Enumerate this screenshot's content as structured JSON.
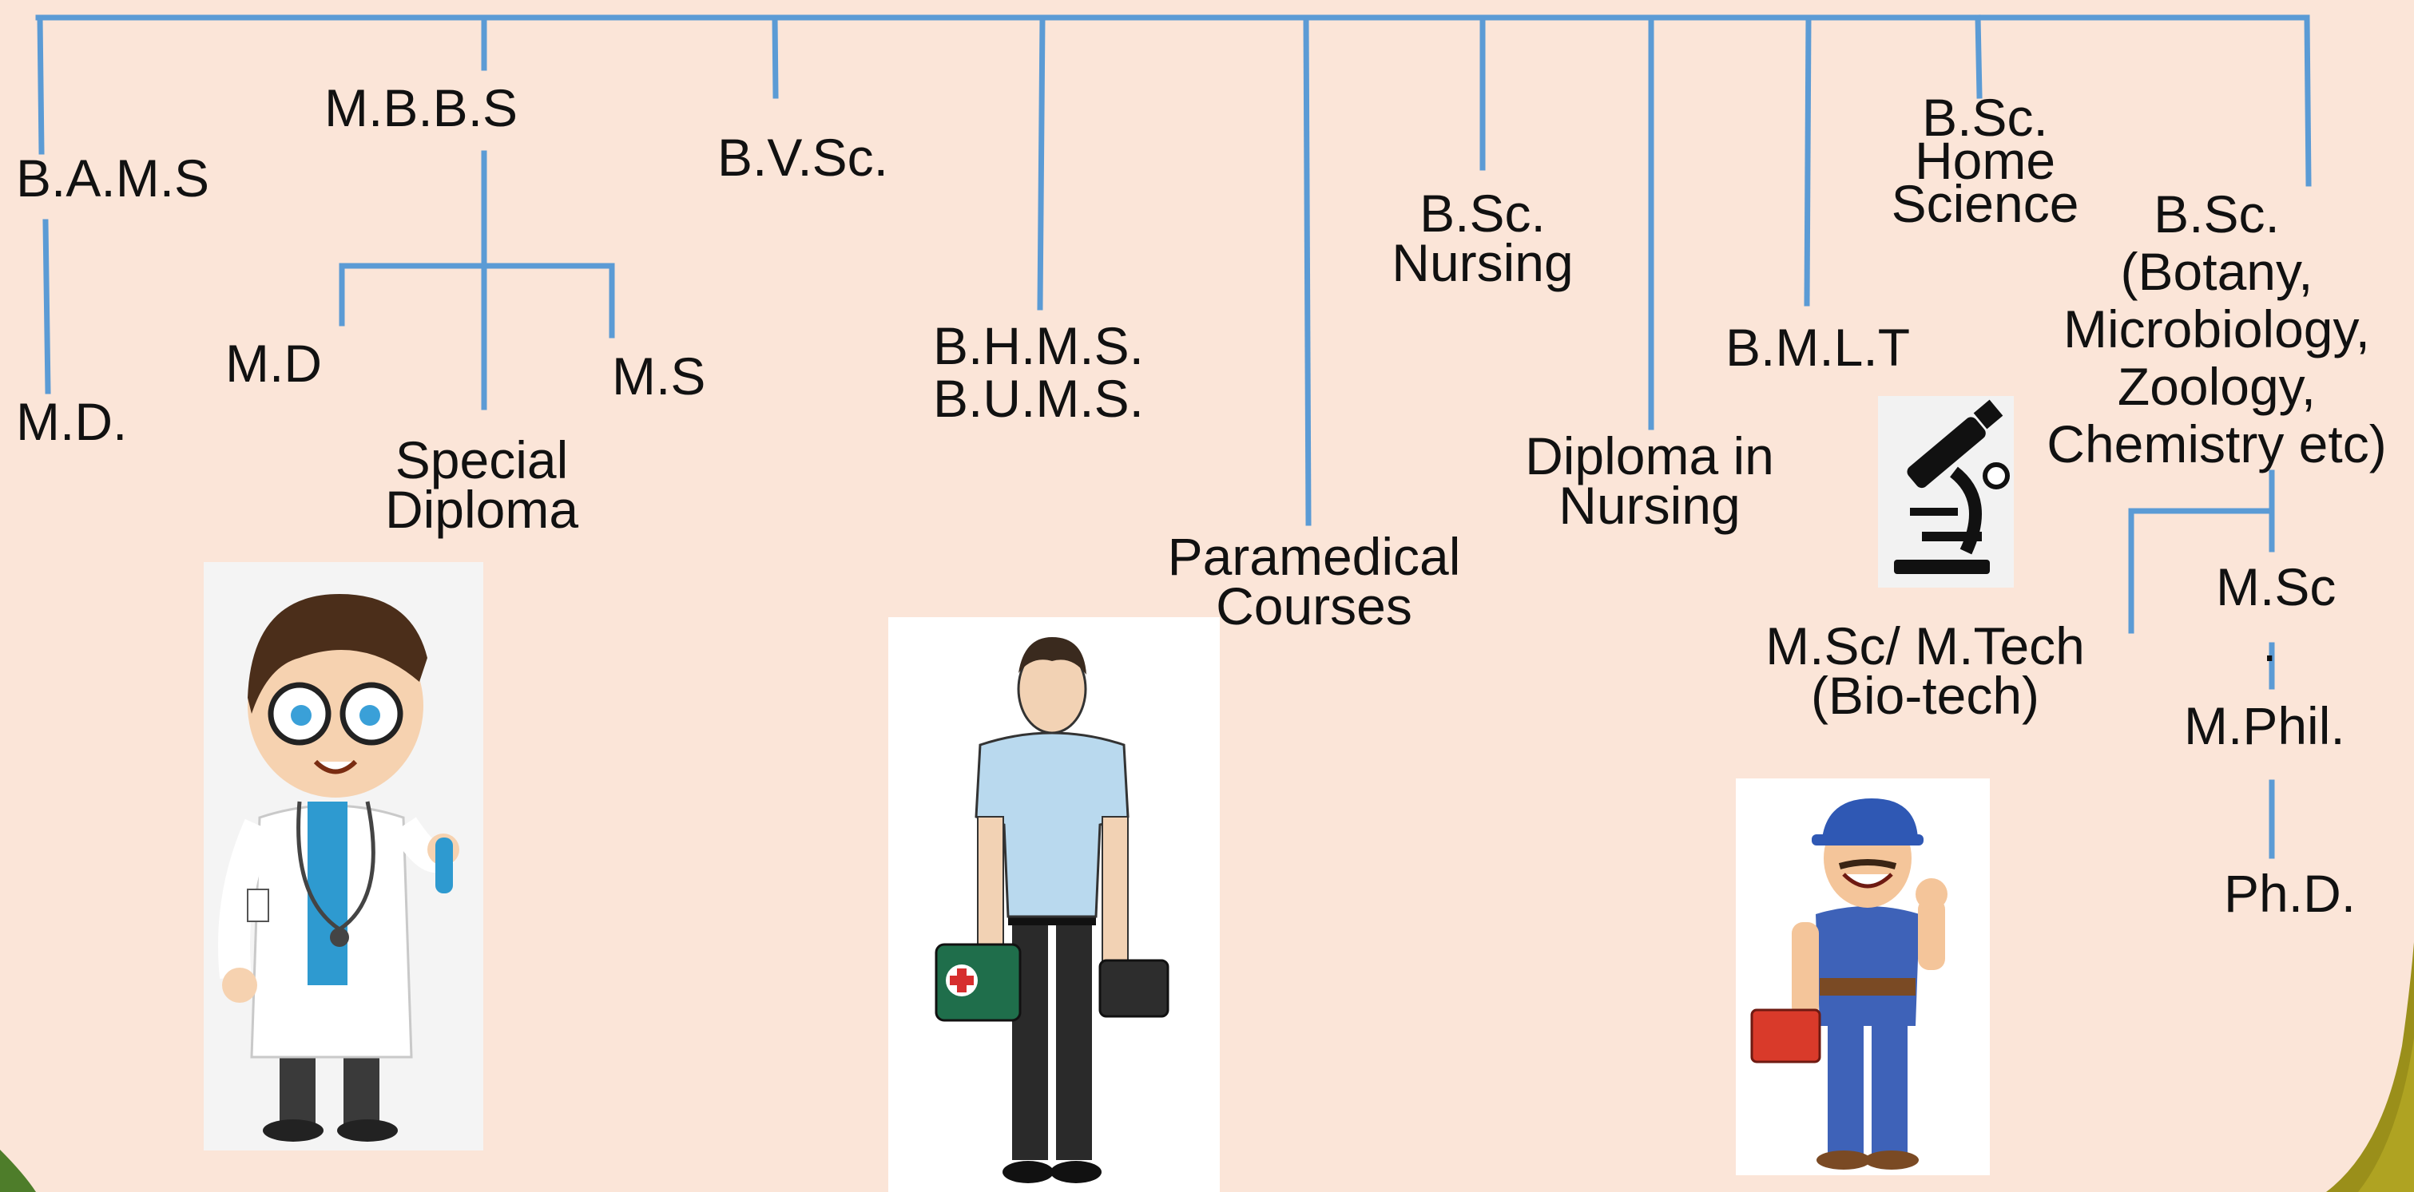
{
  "colors": {
    "background": "#FBE5D8",
    "connector": "#5B9BD5",
    "corner_olive": "#9A8F1A",
    "corner_green": "#4E7D2A"
  },
  "labels": {
    "bams": "B.A.M.S",
    "md_left": "M.D.",
    "mbbs": "M.B.B.S",
    "md": "M.D",
    "ms": "M.S",
    "special_diploma": [
      "Special",
      "Diploma"
    ],
    "bvsc": "B.V.Sc.",
    "bhms": "B.H.M.S.",
    "bums": "B.U.M.S.",
    "paramedical": [
      "Paramedical",
      "Courses"
    ],
    "bsc_nursing": [
      "B.Sc.",
      "Nursing"
    ],
    "diploma_nursing": [
      "Diploma in",
      "Nursing"
    ],
    "bmlt": "B.M.L.T",
    "msc_mtech": [
      "M.Sc/ M.Tech",
      "(Bio-tech)"
    ],
    "bsc_home_science": [
      "B.Sc.",
      "Home",
      "Science"
    ],
    "bsc_sciences": [
      "B.Sc.",
      "(Botany,",
      "Microbiology,",
      "Zoology,",
      "Chemistry etc)"
    ],
    "msc": "M.Sc",
    "dot": ".",
    "mphil": "M.Phil.",
    "phd": "Ph.D."
  },
  "images": {
    "doctor": "doctor-cartoon",
    "paramedic": "paramedic-with-first-aid-kit",
    "microscope": "microscope-icon",
    "technician": "technician-with-toolbox"
  }
}
